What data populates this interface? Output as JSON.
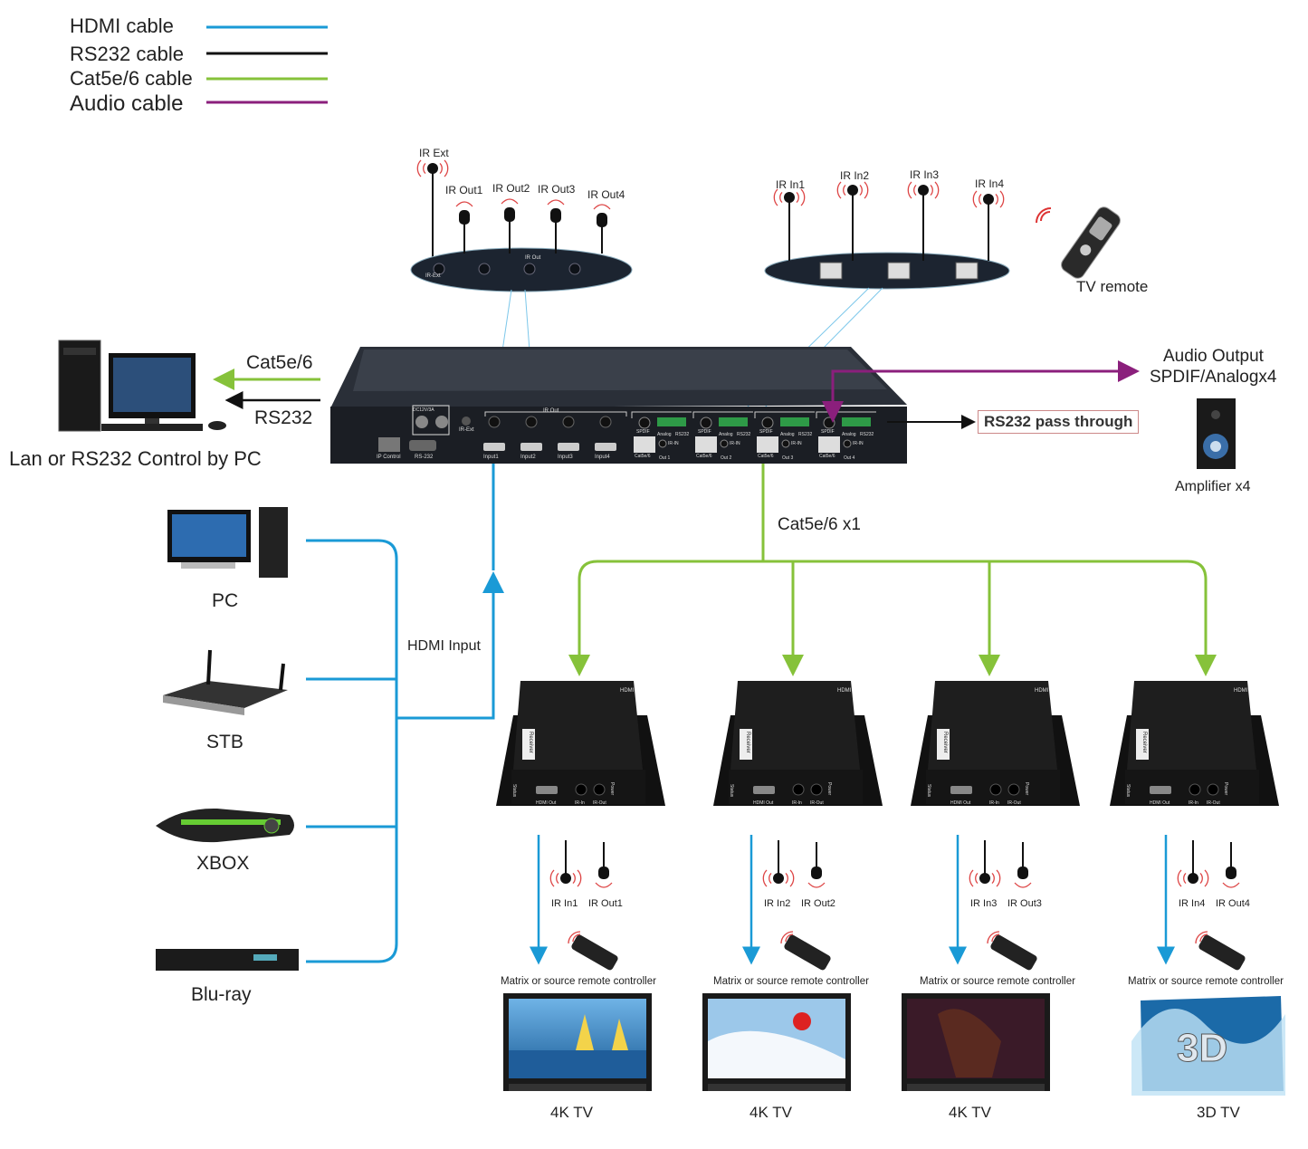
{
  "colors": {
    "hdmi": "#1a9ad6",
    "rs232": "#111111",
    "cat": "#86c23a",
    "audio": "#8b1f7c"
  },
  "legend": [
    {
      "label": "HDMI cable",
      "color": "#1a9ad6"
    },
    {
      "label": "RS232 cable",
      "color": "#111111"
    },
    {
      "label": "Cat5e/6 cable",
      "color": "#86c23a"
    },
    {
      "label": "Audio cable",
      "color": "#8b1f7c"
    }
  ],
  "ir_out_panel": {
    "ext": "IR Ext",
    "outs": [
      "IR Out1",
      "IR Out2",
      "IR Out3",
      "IR Out4"
    ],
    "panel_ext": "IR-Ext",
    "panel_title": "IR Out"
  },
  "ir_in_panel": {
    "ins": [
      "IR In1",
      "IR In2",
      "IR In3",
      "IR In4"
    ]
  },
  "tv_remote": "TV remote",
  "pc_control": {
    "label": "Lan or RS232 Control by PC",
    "cat": "Cat5e/6",
    "rs232": "RS232"
  },
  "matrix": {
    "power": "DC12V/3A",
    "ip": "IP Control",
    "rs232": "RS-232",
    "irext": "IR-Ext",
    "irout": "IR Out",
    "inputs": [
      "Input1",
      "Input2",
      "Input3",
      "Input4"
    ],
    "outs": [
      "Out 1",
      "Out 2",
      "Out 3",
      "Out 4"
    ],
    "spdif": "SPDIF",
    "analog": "Analog",
    "rs232port": "RS232",
    "catport": "Cat5e/6",
    "irin": "IR-IN"
  },
  "audio_output": {
    "line1": "Audio Output",
    "line2": "SPDIF/Analogx4",
    "amp": "Amplifier x4"
  },
  "rs232_pass": "RS232 pass through",
  "cat_x1": "Cat5e/6 x1",
  "hdmi_input": "HDMI Input",
  "sources": [
    "PC",
    "STB",
    "XBOX",
    "Blu-ray"
  ],
  "receivers": [
    {
      "ir_in": "IR In1",
      "ir_out": "IR Out1",
      "remote": "Matrix or source remote controller",
      "tv": "4K TV"
    },
    {
      "ir_in": "IR In2",
      "ir_out": "IR Out2",
      "remote": "Matrix or source remote controller",
      "tv": "4K TV"
    },
    {
      "ir_in": "IR In3",
      "ir_out": "IR Out3",
      "remote": "Matrix or source remote controller",
      "tv": "4K TV"
    },
    {
      "ir_in": "IR In4",
      "ir_out": "IR Out4",
      "remote": "Matrix or source remote controller",
      "tv": "3D TV"
    }
  ],
  "receiver_labels": {
    "brand": "HDMI",
    "side": "Receiver",
    "hdmi_out": "HDMI Out",
    "ir_in": "IR-In",
    "ir_out": "IR-Out",
    "power": "Power",
    "status": "Status"
  }
}
